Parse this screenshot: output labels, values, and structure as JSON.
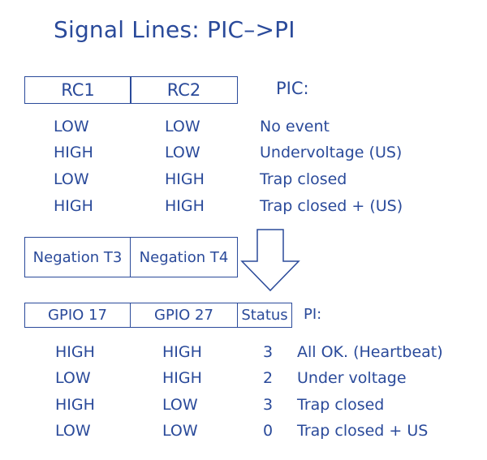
{
  "title": "Signal Lines: PIC–>PI",
  "pic_table": {
    "headers": [
      "RC1",
      "RC2"
    ],
    "label": "PIC:",
    "rows": [
      {
        "rc1": "LOW",
        "rc2": "LOW",
        "meaning": "No event"
      },
      {
        "rc1": "HIGH",
        "rc2": "LOW",
        "meaning": "Undervoltage (US)"
      },
      {
        "rc1": "LOW",
        "rc2": "HIGH",
        "meaning": "Trap closed"
      },
      {
        "rc1": "HIGH",
        "rc2": "HIGH",
        "meaning": "Trap closed + (US)"
      }
    ]
  },
  "negation": {
    "t3": "Negation T3",
    "t4": "Negation T4"
  },
  "pi_table": {
    "headers": [
      "GPIO 17",
      "GPIO 27",
      "Status"
    ],
    "label": "PI:",
    "rows": [
      {
        "gpio17": "HIGH",
        "gpio27": "HIGH",
        "status": "3",
        "meaning": "All OK. (Heartbeat)"
      },
      {
        "gpio17": "LOW",
        "gpio27": "HIGH",
        "status": "2",
        "meaning": "Under voltage"
      },
      {
        "gpio17": "HIGH",
        "gpio27": "LOW",
        "status": "3",
        "meaning": "Trap closed"
      },
      {
        "gpio17": "LOW",
        "gpio27": "LOW",
        "status": "0",
        "meaning": "Trap closed + US"
      }
    ]
  },
  "colors": {
    "primary": "#2a4a9a"
  }
}
